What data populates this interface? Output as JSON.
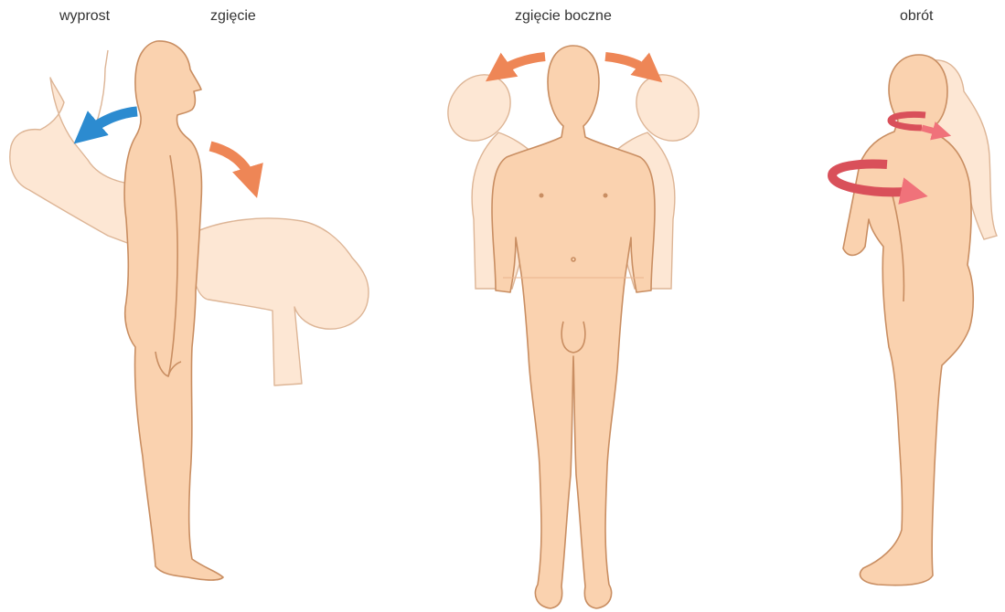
{
  "labels": {
    "extension": "wyprost",
    "flexion": "zgięcie",
    "lateral_flexion": "zgięcie boczne",
    "rotation": "obrót"
  },
  "colors": {
    "skin": "#FAD2AF",
    "skin_ghost": "#FDE7D4",
    "outline": "#C98E62",
    "outline_ghost": "#DDB596",
    "arrow_blue": "#2C8BD0",
    "arrow_orange": "#EE8656",
    "arrow_red": "#F0727A",
    "arrow_red_dark": "#D9505A",
    "text": "#333333"
  }
}
